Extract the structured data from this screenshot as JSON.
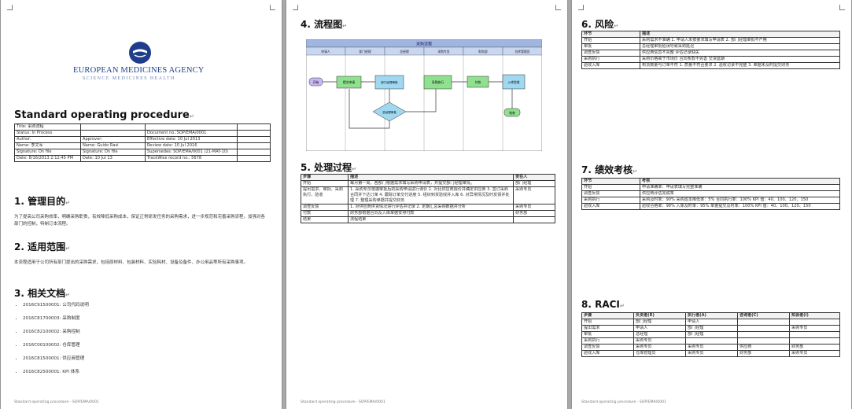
{
  "page1": {
    "logo": {
      "line1": "EUROPEAN MEDICINES AGENCY",
      "line2": "SCIENCE  MEDICINES  HEALTH"
    },
    "title": "Standard operating procedure",
    "info_rows": [
      [
        "Title: 采购流程",
        "",
        "",
        ""
      ],
      [
        "Status: In Process",
        "",
        "Document no.:SOP/EMA/0001",
        ""
      ],
      [
        "Author:",
        "Approver:",
        "Effective date: 10 Jul 2013",
        ""
      ],
      [
        "Name: 李文军",
        "Name: Guido Rasi",
        "Review date: 10 Jul 2016",
        ""
      ],
      [
        "Signature: On file",
        "Signature: On file",
        "Supersedes: SOP/EMA/0001 (21-MAY-10)",
        ""
      ],
      [
        "Date: 8/16/2013 2:12:45 PM",
        "Date: 10 Jul 13",
        "TrackWise record no.: 5678",
        ""
      ]
    ],
    "s1_title": "1. 管理目的",
    "s1_text": "为了提高公司采购效率，明确采购职责，有效降低采购成本，保证正常研发任务的采购需求，进一步规范和完善采购流程，加强对各部门的控制，特制订本流程。",
    "s2_title": "2. 适用范围",
    "s2_text": "本流程适用于公司所有部门提出的采购需求，包括原材料、包装材料、实验耗材、设备及备件、办公用品等所有采购事项。",
    "s3_title": "3. 相关文档",
    "docs": [
      "2016C91500001: 公司代码说明",
      "2016C81700003: 采购制度",
      "2016C82100002: 采购控制",
      "2016C00100002: 仓库管理",
      "2016C81500001: 供应商管理",
      "2016C82500001: KPI 体系"
    ],
    "footer": "Standard operating procedure - SOP/EMA/0001"
  },
  "page2": {
    "s4_title": "4. 流程图",
    "flow": {
      "title": "采购流程",
      "lanes": [
        "申请人",
        "部门经理",
        "总经理",
        "采购专员",
        "财务部",
        "仓库管理员"
      ],
      "nodes": {
        "start": "开始",
        "apply": "提交申请",
        "approve1": "部门经理审批",
        "decision": "总经理审批",
        "purchase": "采购执行",
        "pay": "付款",
        "inbound": "入库验收",
        "end": "结束"
      }
    },
    "s5_title": "5. 处理过程",
    "proc_header": [
      "步骤",
      "描述",
      "责任人"
    ],
    "proc_rows": [
      [
        "开始",
        "每月第一周，各部门根据需求填写采购申请表，并提交部门经理审批。",
        "部门经理"
      ],
      [
        "提出需求、审批、采购执行、验收",
        "1. 采购专员根据审批后的采购申请进行询价\n2. 对比供应商报价并确定供应商\n3. 签订采购合同并下达订单\n4. 跟踪订单交付进度\n5. 组织到货验收并入库\n6. 对异常情况及时反馈并处理\n7. 整理采购单据并提交财务",
        "采购专员"
      ],
      [
        "调查反馈",
        "1. 对供应商供货情况进行评估并记录\n2. 定期汇总采购数据并分析",
        "采购专员"
      ],
      [
        "付款",
        "财务部根据合同及入库单据安排付款",
        "财务部"
      ],
      [
        "结束",
        "流程结束",
        ""
      ]
    ],
    "footer": "Standard operating procedure - SOP/EMA/0001"
  },
  "page3": {
    "s6_title": "6. 风险",
    "risk_header": [
      "环节",
      "描述"
    ],
    "risk_rows": [
      [
        "开始",
        "采购需求不准确\n1. 申请人未按要求填写申请表\n2. 部门经理审批不严格"
      ],
      [
        "审批",
        "总经理审批延误导致采购延迟"
      ],
      [
        "调查反馈",
        "供应商信息不完整\n评估记录缺失"
      ],
      [
        "采购执行",
        "采购价格高于市场价\n合同条款不完善\n交货延期"
      ],
      [
        "验收入库",
        "到货数量与订单不符\n1. 质量不符合要求\n2. 验收记录不完整\n3. 单据未及时提交财务"
      ]
    ],
    "s7_title": "7. 绩效考核",
    "kpi_header": [
      "环节",
      "考核"
    ],
    "kpi_rows": [
      [
        "开始",
        "申请准确率：申请表填写完整准确"
      ],
      [
        "调查反馈",
        "供应商评估完成率"
      ],
      [
        "采购执行",
        "采购及时率：90%\n采购成本降低率：5%\n合同执行率：100%\nKPI 值：40、100、120、150"
      ],
      [
        "验收入库",
        "验收合格率：98%\n入库及时率：95%\n单据提交及时率：100%\nKPI 值：40、100、120、150"
      ]
    ],
    "s8_title": "8. RACI",
    "raci_header": [
      "步骤",
      "负责者(R)",
      "执行者(A)",
      "咨询者(C)",
      "知会者(I)"
    ],
    "raci_rows": [
      [
        "开始",
        "部门经理",
        "申请人",
        "",
        ""
      ],
      [
        "提出需求",
        "申请人",
        "部门经理",
        "",
        "采购专员"
      ],
      [
        "审批",
        "总经理",
        "部门经理",
        "",
        ""
      ],
      [
        "采购执行",
        "采购专员",
        "",
        "",
        ""
      ],
      [
        "调查反馈",
        "采购专员",
        "采购专员",
        "供应商",
        "财务部"
      ],
      [
        "验收入库",
        "仓库管理员",
        "采购专员",
        "财务部",
        "采购专员"
      ]
    ],
    "footer": "Standard operating procedure - SOP/EMA/0001"
  }
}
